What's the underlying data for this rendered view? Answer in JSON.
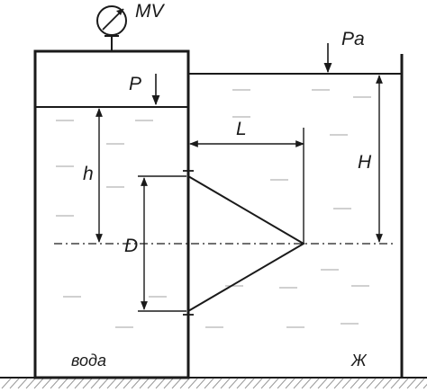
{
  "labels": {
    "gauge": "MV",
    "ambient_pressure": "Pa",
    "pressure": "P",
    "distance": "L",
    "depth": "h",
    "liquid_height": "H",
    "diameter": "D",
    "water": "вода",
    "liquid": "Ж"
  }
}
